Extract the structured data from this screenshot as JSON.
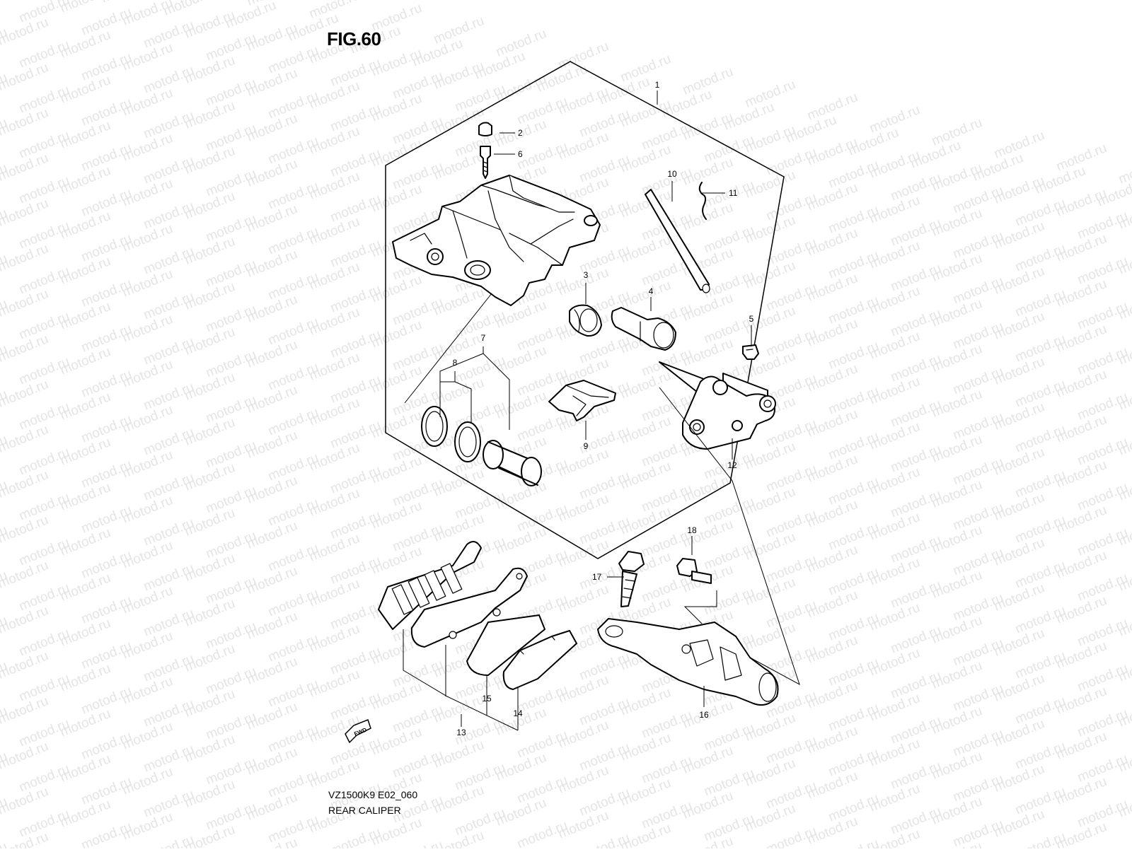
{
  "figure": {
    "title": "FIG.60",
    "model_code": "VZ1500K9 E02_060",
    "name": "REAR CALIPER",
    "watermark": "motod.ru"
  },
  "direction_arrow": {
    "label": "FWD"
  },
  "callouts": [
    {
      "id": "1",
      "label": "1"
    },
    {
      "id": "2",
      "label": "2"
    },
    {
      "id": "3",
      "label": "3"
    },
    {
      "id": "4",
      "label": "4"
    },
    {
      "id": "5",
      "label": "5"
    },
    {
      "id": "6",
      "label": "6"
    },
    {
      "id": "7",
      "label": "7"
    },
    {
      "id": "8",
      "label": "8"
    },
    {
      "id": "9",
      "label": "9"
    },
    {
      "id": "10",
      "label": "10"
    },
    {
      "id": "11",
      "label": "11"
    },
    {
      "id": "12",
      "label": "12"
    },
    {
      "id": "13",
      "label": "13"
    },
    {
      "id": "14",
      "label": "14"
    },
    {
      "id": "15",
      "label": "15"
    },
    {
      "id": "16",
      "label": "16"
    },
    {
      "id": "17",
      "label": "17"
    },
    {
      "id": "18",
      "label": "18"
    }
  ],
  "colors": {
    "line": "#000000",
    "background": "#ffffff",
    "watermark": "#e4e4e4"
  }
}
